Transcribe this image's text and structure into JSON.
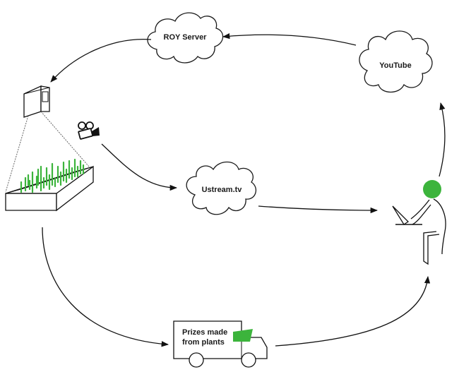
{
  "nodes": {
    "roy_server": {
      "label": "ROY Server"
    },
    "youtube": {
      "label": "YouTube"
    },
    "ustream": {
      "label": "Ustream.tv"
    },
    "truck": {
      "label_line1": "Prizes made",
      "label_line2": "from plants"
    }
  },
  "colors": {
    "accent_green": "#3cb43c",
    "line": "#111111"
  },
  "icons": [
    "webcam-icon",
    "video-camera-icon",
    "planter-box-icon",
    "person-at-laptop-icon",
    "cloud-icon",
    "delivery-truck-icon"
  ]
}
